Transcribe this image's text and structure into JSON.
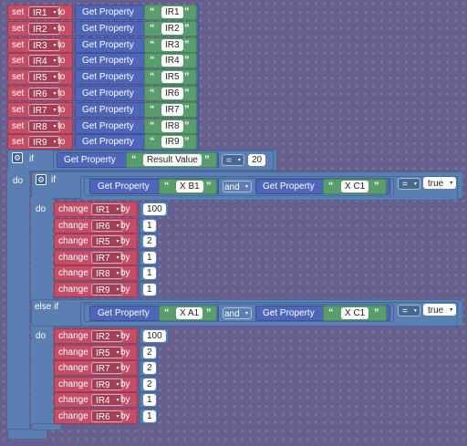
{
  "set_blocks": [
    {
      "kw_set": "set",
      "var": "IR1",
      "kw_to": "to",
      "get_label": "Get Property",
      "prop": "IR1"
    },
    {
      "kw_set": "set",
      "var": "IR2",
      "kw_to": "to",
      "get_label": "Get Property",
      "prop": "IR2"
    },
    {
      "kw_set": "set",
      "var": "IR3",
      "kw_to": "to",
      "get_label": "Get Property",
      "prop": "IR3"
    },
    {
      "kw_set": "set",
      "var": "IR4",
      "kw_to": "to",
      "get_label": "Get Property",
      "prop": "IR4"
    },
    {
      "kw_set": "set",
      "var": "IR5",
      "kw_to": "to",
      "get_label": "Get Property",
      "prop": "IR5"
    },
    {
      "kw_set": "set",
      "var": "IR6",
      "kw_to": "to",
      "get_label": "Get Property",
      "prop": "IR6"
    },
    {
      "kw_set": "set",
      "var": "IR7",
      "kw_to": "to",
      "get_label": "Get Property",
      "prop": "IR7"
    },
    {
      "kw_set": "set",
      "var": "IR8",
      "kw_to": "to",
      "get_label": "Get Property",
      "prop": "IR8"
    },
    {
      "kw_set": "set",
      "var": "IR9",
      "kw_to": "to",
      "get_label": "Get Property",
      "prop": "IR9"
    }
  ],
  "outer_if": {
    "kw_if": "if",
    "kw_do": "do",
    "get_label": "Get Property",
    "prop": "Result Value",
    "op": "=",
    "value": "20"
  },
  "inner_if": {
    "kw_if": "if",
    "kw_do": "do",
    "get_label_a": "Get Property",
    "prop_a": "X B1",
    "kw_and": "and",
    "get_label_b": "Get Property",
    "prop_b": "X C1",
    "op": "=",
    "bool": "true"
  },
  "do_changes": [
    {
      "kw_change": "change",
      "var": "IR1",
      "kw_by": "by",
      "value": "100"
    },
    {
      "kw_change": "change",
      "var": "IR6",
      "kw_by": "by",
      "value": "1"
    },
    {
      "kw_change": "change",
      "var": "IR5",
      "kw_by": "by",
      "value": "2"
    },
    {
      "kw_change": "change",
      "var": "IR7",
      "kw_by": "by",
      "value": "1"
    },
    {
      "kw_change": "change",
      "var": "IR8",
      "kw_by": "by",
      "value": "1"
    },
    {
      "kw_change": "change",
      "var": "IR9",
      "kw_by": "by",
      "value": "1"
    }
  ],
  "else_if": {
    "kw_elseif": "else if",
    "kw_do": "do",
    "get_label_a": "Get Property",
    "prop_a": "X A1",
    "kw_and": "and",
    "get_label_b": "Get Property",
    "prop_b": "X C1",
    "op": "=",
    "bool": "true"
  },
  "elseif_changes": [
    {
      "kw_change": "change",
      "var": "IR2",
      "kw_by": "by",
      "value": "100"
    },
    {
      "kw_change": "change",
      "var": "IR5",
      "kw_by": "by",
      "value": "2"
    },
    {
      "kw_change": "change",
      "var": "IR7",
      "kw_by": "by",
      "value": "2"
    },
    {
      "kw_change": "change",
      "var": "IR9",
      "kw_by": "by",
      "value": "2"
    },
    {
      "kw_change": "change",
      "var": "IR4",
      "kw_by": "by",
      "value": "1"
    },
    {
      "kw_change": "change",
      "var": "IR6",
      "kw_by": "by",
      "value": "1"
    }
  ],
  "glyphs": {
    "open_quote": "“",
    "close_quote": "”",
    "dropdown_arrow": "▾",
    "gear": "⚙"
  },
  "colors": {
    "variables": "#c44e68",
    "property": "#4f66b8",
    "text": "#5a9d6c",
    "logic": "#5a7fb0",
    "workspace": "#675f8d"
  }
}
